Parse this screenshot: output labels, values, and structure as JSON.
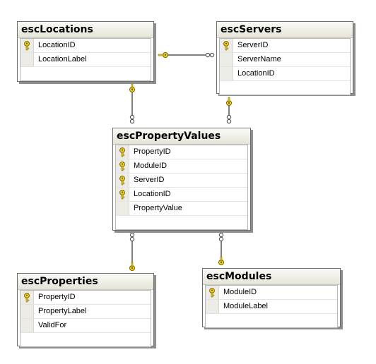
{
  "tables": {
    "locations": {
      "title": "escLocations",
      "columns": [
        {
          "label": "LocationID",
          "key": true
        },
        {
          "label": "LocationLabel",
          "key": false
        }
      ]
    },
    "servers": {
      "title": "escServers",
      "columns": [
        {
          "label": "ServerID",
          "key": true
        },
        {
          "label": "ServerName",
          "key": false
        },
        {
          "label": "LocationID",
          "key": false
        }
      ]
    },
    "property_values": {
      "title": "escPropertyValues",
      "columns": [
        {
          "label": "PropertyID",
          "key": true
        },
        {
          "label": "ModuleID",
          "key": true
        },
        {
          "label": "ServerID",
          "key": true
        },
        {
          "label": "LocationID",
          "key": true
        },
        {
          "label": "PropertyValue",
          "key": false
        }
      ]
    },
    "properties": {
      "title": "escProperties",
      "columns": [
        {
          "label": "PropertyID",
          "key": true
        },
        {
          "label": "PropertyLabel",
          "key": false
        },
        {
          "label": "ValidFor",
          "key": false
        }
      ]
    },
    "modules": {
      "title": "escModules",
      "columns": [
        {
          "label": "ModuleID",
          "key": true
        },
        {
          "label": "ModuleLabel",
          "key": false
        }
      ]
    }
  },
  "colors": {
    "key_fill": "#f2d51c",
    "key_stroke": "#7a6200",
    "connector": "#7f7f7f",
    "header_gradient_top": "#fbfbf8",
    "header_gradient_bottom": "#e6e4d8"
  },
  "icons": {
    "primary_key": "key-icon",
    "relationship_one": "key-icon",
    "relationship_many": "infinity-icon"
  }
}
